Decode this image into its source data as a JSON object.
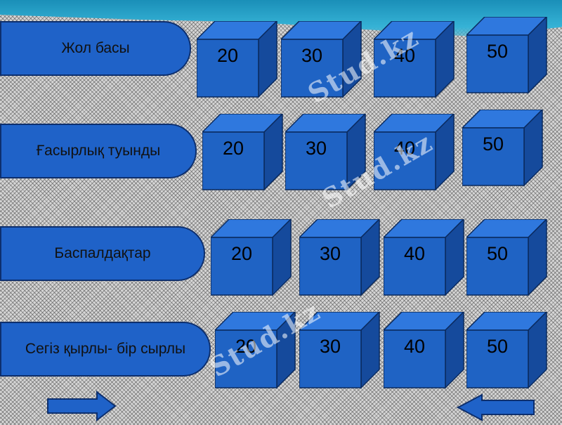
{
  "colors": {
    "cube_front": "#1f63c4",
    "cube_top": "#2f78de",
    "cube_side": "#154a9c",
    "category_fill": "#1f62c8"
  },
  "categories": [
    {
      "label": "Жол басы"
    },
    {
      "label": "Ғасырлық туынды"
    },
    {
      "label": "Баспалдақтар"
    },
    {
      "label": "Сегіз қырлы- бір сырлы"
    }
  ],
  "rows": [
    {
      "values": [
        "20",
        "30",
        "40",
        "50"
      ]
    },
    {
      "values": [
        "20",
        "30",
        "40",
        "50"
      ]
    },
    {
      "values": [
        "20",
        "30",
        "40",
        "50"
      ]
    },
    {
      "values": [
        "20",
        "30",
        "40",
        "50"
      ]
    }
  ],
  "watermark": {
    "text": "Stud.kz"
  },
  "nav": {
    "forward_icon": "arrow-right-icon",
    "back_icon": "arrow-left-icon"
  }
}
